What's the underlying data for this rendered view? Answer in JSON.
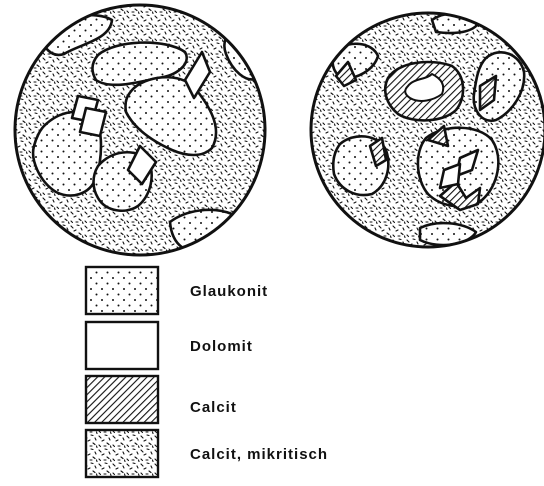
{
  "legend": {
    "items": [
      {
        "key": "glaukonit",
        "label": "Glaukonit",
        "pattern": "stipple-dots"
      },
      {
        "key": "dolomit",
        "label": "Dolomit",
        "pattern": "blank"
      },
      {
        "key": "calcit",
        "label": "Calcit",
        "pattern": "diagonal-hatch"
      },
      {
        "key": "calcit_mikritisch",
        "label": "Calcit, mikritisch",
        "pattern": "dashes"
      }
    ]
  },
  "colors": {
    "ink": "#111111",
    "paper": "#ffffff"
  }
}
